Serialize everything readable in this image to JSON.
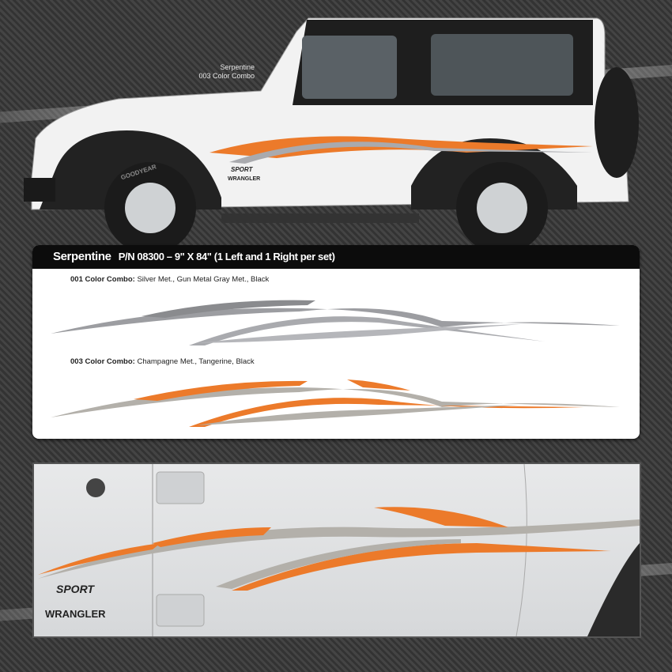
{
  "caption": {
    "line1": "Serpentine",
    "line2": "003 Color Combo"
  },
  "panel": {
    "product_name": "Serpentine",
    "details": "P/N 08300 –  9\" X 84\"  (1 Left and 1 Right per set)",
    "combos": [
      {
        "label": "001 Color Combo:",
        "colors": "Silver Met., Gun Metal Gray Met., Black"
      },
      {
        "label": "003 Color Combo:",
        "colors": "Champagne Met., Tangerine, Black"
      }
    ]
  },
  "vehicle_badges": {
    "sport": "SPORT",
    "wrangler": "WRANGLER",
    "tire": "GOODYEAR"
  },
  "colors": {
    "silver": "#a9aaae",
    "gunmetal": "#8a8b8e",
    "champagne": "#b3b0aa",
    "tangerine": "#ec7a2a",
    "black": "#111111"
  }
}
